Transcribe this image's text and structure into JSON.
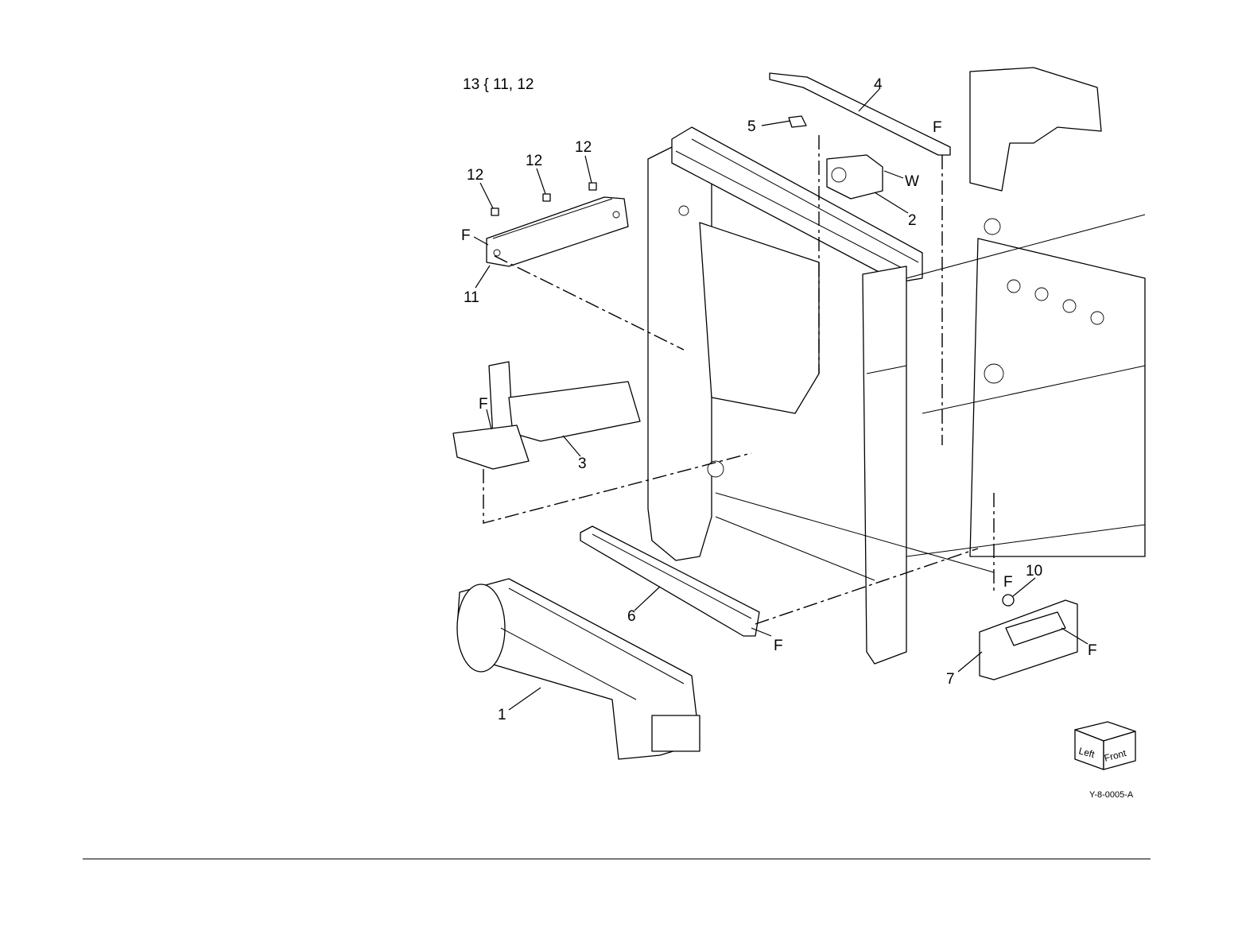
{
  "kit_note": "13 { 11, 12",
  "figure_id": "Y-8-0005-A",
  "orientation_cube": {
    "left": "Left",
    "front": "Front"
  },
  "callouts": {
    "c1": "1",
    "c2": "2",
    "c3": "3",
    "c4": "4",
    "c5": "5",
    "c6": "6",
    "c7": "7",
    "c10": "10",
    "c11": "11",
    "c12a": "12",
    "c12b": "12",
    "c12c": "12",
    "fA": "F",
    "fB": "F",
    "fC": "F",
    "fD": "F",
    "fE": "F",
    "fF": "F",
    "w": "W"
  }
}
